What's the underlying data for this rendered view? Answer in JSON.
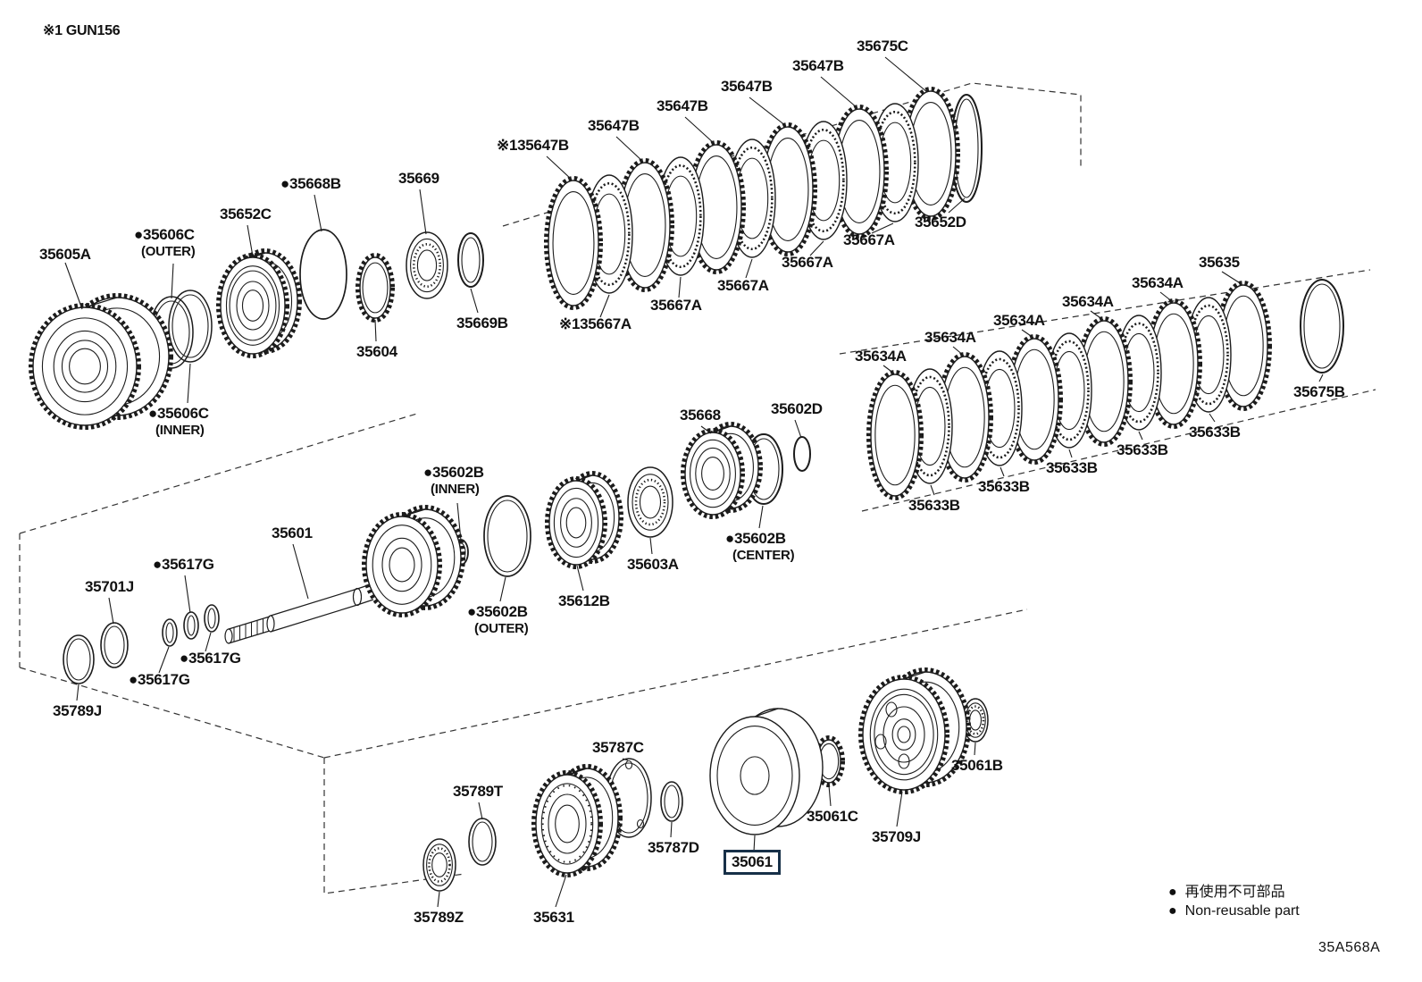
{
  "meta": {
    "note": "※1 GUN156",
    "figure_code": "35A568A"
  },
  "legend": {
    "marker": "●",
    "jp": "再使用不可部品",
    "en": "Non-reusable part"
  },
  "labels": [
    {
      "text": "35605A"
    },
    {
      "text": "●35606C",
      "sub": "(OUTER)"
    },
    {
      "text": "35652C"
    },
    {
      "text": "●35668B"
    },
    {
      "text": "35669"
    },
    {
      "text": "※135647B"
    },
    {
      "text": "35647B"
    },
    {
      "text": "35647B"
    },
    {
      "text": "35647B"
    },
    {
      "text": "35647B"
    },
    {
      "text": "35675C"
    },
    {
      "text": "35652D"
    },
    {
      "text": "35667A"
    },
    {
      "text": "35667A"
    },
    {
      "text": "35667A"
    },
    {
      "text": "35667A"
    },
    {
      "text": "※135667A"
    },
    {
      "text": "35669B"
    },
    {
      "text": "35604"
    },
    {
      "text": "●35606C",
      "sub": "(INNER)"
    },
    {
      "text": "35635"
    },
    {
      "text": "35634A"
    },
    {
      "text": "35634A"
    },
    {
      "text": "35634A"
    },
    {
      "text": "35634A"
    },
    {
      "text": "35634A"
    },
    {
      "text": "35675B"
    },
    {
      "text": "35633B"
    },
    {
      "text": "35633B"
    },
    {
      "text": "35633B"
    },
    {
      "text": "35633B"
    },
    {
      "text": "35633B"
    },
    {
      "text": "35668"
    },
    {
      "text": "35602D"
    },
    {
      "text": "●35602B",
      "sub": "(INNER)"
    },
    {
      "text": "35601"
    },
    {
      "text": "●35617G"
    },
    {
      "text": "35701J"
    },
    {
      "text": "●35602B",
      "sub": "(CENTER)"
    },
    {
      "text": "35603A"
    },
    {
      "text": "35612B"
    },
    {
      "text": "●35602B",
      "sub": "(OUTER)"
    },
    {
      "text": "●35617G"
    },
    {
      "text": "●35617G"
    },
    {
      "text": "35789J"
    },
    {
      "text": "35787C"
    },
    {
      "text": "35789T"
    },
    {
      "text": "35787D"
    },
    {
      "text": "35061"
    },
    {
      "text": "35061C"
    },
    {
      "text": "35709J"
    },
    {
      "text": "35061B"
    },
    {
      "text": "35789Z"
    },
    {
      "text": "35631"
    }
  ]
}
